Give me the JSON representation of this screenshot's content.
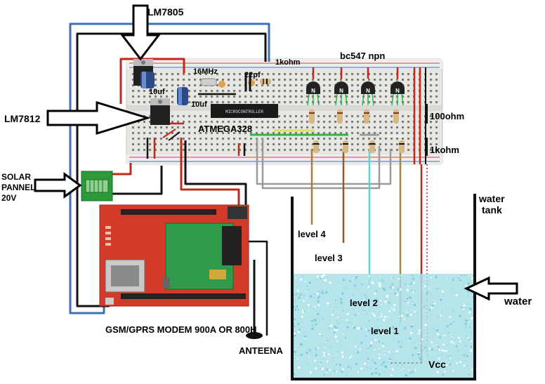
{
  "labels": {
    "lm7805": "LM7805",
    "lm7812": "LM7812",
    "solar_line1": "SOLAR",
    "solar_line2": "PANNEL",
    "solar_line3": "20V",
    "crystal": "16MHz",
    "cap_22pf": "22pf",
    "res_1kohm_top": "1kohm",
    "transistors": "bc547 npn",
    "cap_10uf_a": "10uf",
    "cap_10uf_b": "10uf",
    "mcu": "ATMEGA328",
    "chip_text": "MICROCONTROLLER",
    "res_100ohm": "100ohm",
    "res_1kohm_right": "1kohm",
    "level4": "level 4",
    "level3": "level 3",
    "level2": "level 2",
    "level1": "level 1",
    "vcc": "Vcc",
    "tank_line1": "water",
    "tank_line2": "tank",
    "water": "water",
    "modem": "GSM/GPRS MODEM 900A OR 800H",
    "antenna": "ANTEENA",
    "transistor_mark": "N"
  },
  "colors": {
    "wire_blue": "#3b6fb6",
    "wire_red": "#c0281c",
    "wire_black": "#111111",
    "wire_grey": "#9a9a9a",
    "wire_green": "#35b44a",
    "wire_brown": "#b07a3a",
    "wire_cyan": "#5ad6cc",
    "wire_olive": "#a08a3a",
    "breadboard": "#e6e6e2",
    "modem_board": "#d33a2a",
    "modem_pcb": "#2e9a4a",
    "water": "#a8dfe8"
  }
}
